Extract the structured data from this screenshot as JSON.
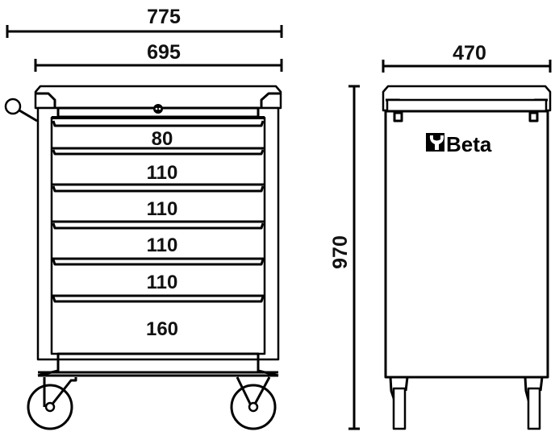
{
  "front_view": {
    "dimensions": {
      "overall_width": "775",
      "body_width": "695"
    },
    "drawers": [
      {
        "height": "80"
      },
      {
        "height": "110"
      },
      {
        "height": "110"
      },
      {
        "height": "110"
      },
      {
        "height": "110"
      },
      {
        "height": "160"
      }
    ]
  },
  "side_view": {
    "dimensions": {
      "depth": "470",
      "height": "970"
    },
    "logo": {
      "brand": "Beta",
      "icon": "wrench-logo-icon"
    }
  },
  "colors": {
    "line": "#000000",
    "background": "#ffffff"
  }
}
